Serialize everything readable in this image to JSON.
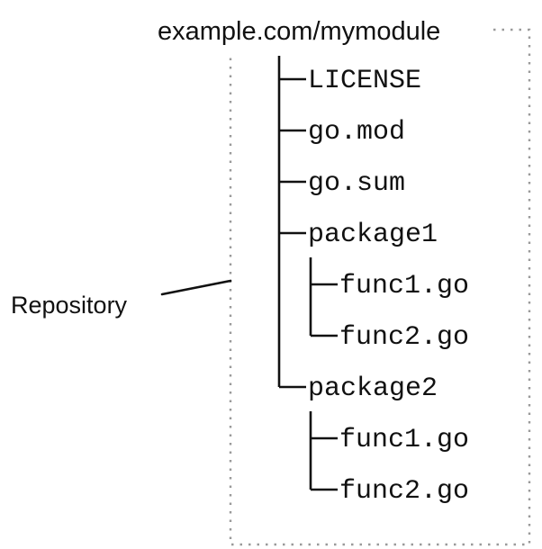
{
  "diagram": {
    "kind": "repository-module-tree",
    "background_color": "#ffffff",
    "line_color": "#111111",
    "boundary_color": "#9a9a9a",
    "module_title": "example.com/mymodule",
    "annotation_label": "Repository",
    "tree": [
      {
        "label": "LICENSE",
        "depth": 0,
        "connector": "tee"
      },
      {
        "label": "go.mod",
        "depth": 0,
        "connector": "tee"
      },
      {
        "label": "go.sum",
        "depth": 0,
        "connector": "tee"
      },
      {
        "label": "package1",
        "depth": 0,
        "connector": "tee"
      },
      {
        "label": "func1.go",
        "depth": 1,
        "connector": "tee"
      },
      {
        "label": "func2.go",
        "depth": 1,
        "connector": "elbow"
      },
      {
        "label": "package2",
        "depth": 0,
        "connector": "elbow"
      },
      {
        "label": "func1.go",
        "depth": 1,
        "connector": "tee"
      },
      {
        "label": "func2.go",
        "depth": 1,
        "connector": "elbow"
      }
    ]
  }
}
